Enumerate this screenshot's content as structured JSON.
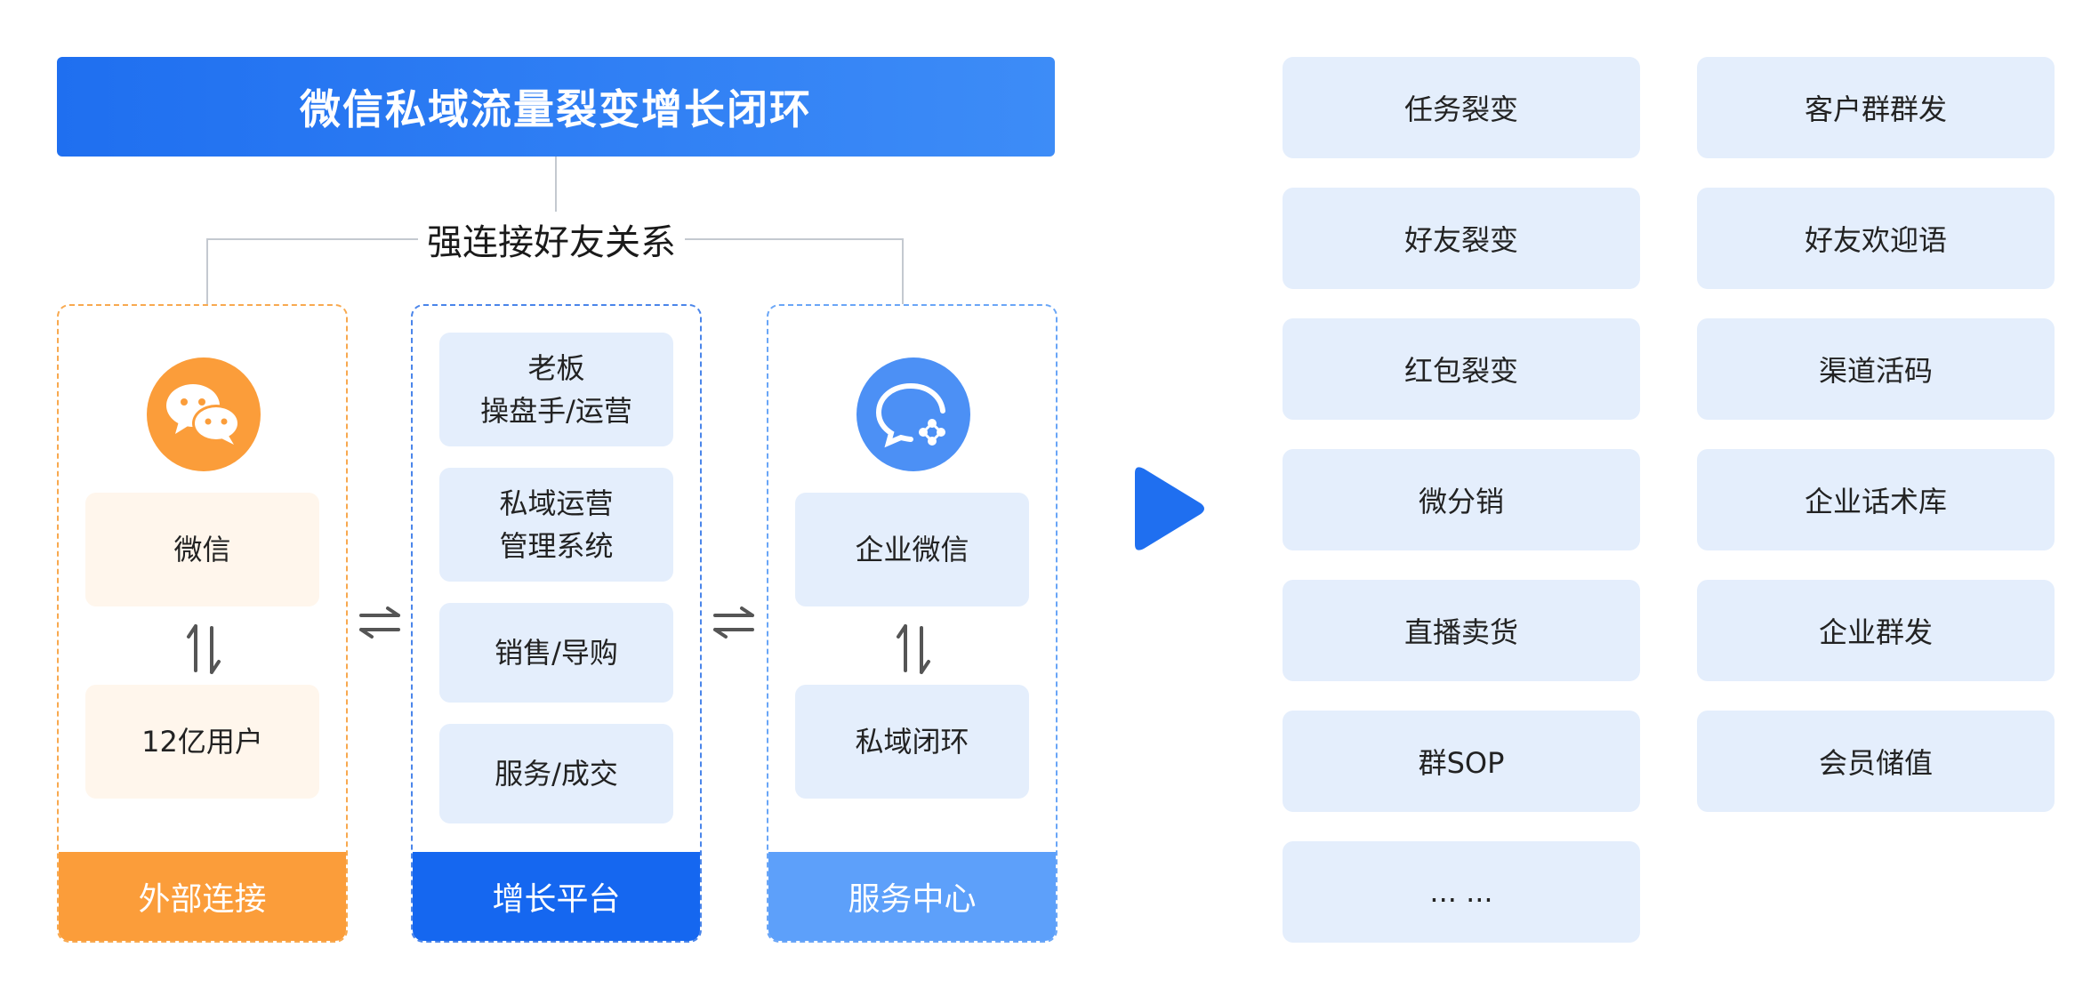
{
  "title": "微信私域流量裂变增长闭环",
  "relation_label": "强连接好友关系",
  "columns": {
    "external": {
      "footer": "外部连接",
      "icon": "wechat-icon",
      "cards": [
        "微信",
        "12亿用户"
      ]
    },
    "growth": {
      "footer": "增长平台",
      "cards": [
        {
          "line1": "老板",
          "line2": "操盘手/运营"
        },
        {
          "line1": "私域运营",
          "line2": "管理系统"
        },
        {
          "line1": "销售/导购",
          "line2": ""
        },
        {
          "line1": "服务/成交",
          "line2": ""
        }
      ]
    },
    "service": {
      "footer": "服务中心",
      "icon": "wecom-icon",
      "cards": [
        "企业微信",
        "私域闭环"
      ]
    }
  },
  "features": {
    "left": [
      "任务裂变",
      "好友裂变",
      "红包裂变",
      "微分销",
      "直播卖货",
      "群SOP",
      "... ..."
    ],
    "right": [
      "客户群群发",
      "好友欢迎语",
      "渠道活码",
      "企业话术库",
      "企业群发",
      "会员储值"
    ]
  },
  "colors": {
    "banner": "#1f6ff0",
    "orange": "#fb9d3a",
    "blue": "#1567f0",
    "light_blue": "#5da0fa",
    "card_blue": "#e4eefc",
    "card_warm": "#fff6ec"
  }
}
